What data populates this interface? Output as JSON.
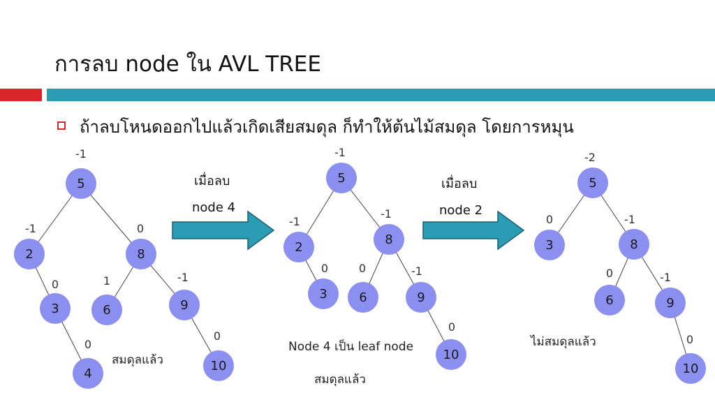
{
  "slide": {
    "title": "การลบ node ใน AVL TREE",
    "bullet": "ถ้าลบโหนดออกไปแล้วเกิดเสียสมดุล ก็ทำให้ต้นไม้สมดุล โดยการหมุน",
    "accent_red": "#d9262b",
    "accent_blue": "#2a9cb4",
    "node_color": "#8a8ff0"
  },
  "arrows": [
    {
      "line1": "เมื่อลบ",
      "line2": "node 4"
    },
    {
      "line1": "เมื่อลบ",
      "line2": "node 2"
    }
  ],
  "captions": {
    "tree1": "สมดุลแล้ว",
    "tree2_leaf": "Node 4 เป็น leaf node",
    "tree2": "สมดุลแล้ว",
    "tree3": "ไม่สมดุลแล้ว"
  },
  "trees": [
    {
      "nodes": [
        {
          "id": "n5",
          "label": "5",
          "balance": "-1"
        },
        {
          "id": "n2",
          "label": "2",
          "balance": "-1"
        },
        {
          "id": "n8",
          "label": "8",
          "balance": "0"
        },
        {
          "id": "n3",
          "label": "3",
          "balance": "0"
        },
        {
          "id": "n6",
          "label": "6",
          "balance": "1"
        },
        {
          "id": "n9",
          "label": "9",
          "balance": "-1"
        },
        {
          "id": "n4",
          "label": "4",
          "balance": "0"
        },
        {
          "id": "n10",
          "label": "10",
          "balance": "0"
        }
      ],
      "edges": [
        [
          "n5",
          "n2"
        ],
        [
          "n5",
          "n8"
        ],
        [
          "n2",
          "n3"
        ],
        [
          "n3",
          "n4"
        ],
        [
          "n8",
          "n6"
        ],
        [
          "n8",
          "n9"
        ],
        [
          "n9",
          "n10"
        ]
      ]
    },
    {
      "nodes": [
        {
          "id": "n5",
          "label": "5",
          "balance": "-1"
        },
        {
          "id": "n2",
          "label": "2",
          "balance": "-1"
        },
        {
          "id": "n8",
          "label": "8",
          "balance": "-1"
        },
        {
          "id": "n3",
          "label": "3",
          "balance": "0"
        },
        {
          "id": "n6",
          "label": "6",
          "balance": "0"
        },
        {
          "id": "n9",
          "label": "9",
          "balance": "-1"
        },
        {
          "id": "n10",
          "label": "10",
          "balance": "0"
        }
      ],
      "edges": [
        [
          "n5",
          "n2"
        ],
        [
          "n5",
          "n8"
        ],
        [
          "n2",
          "n3"
        ],
        [
          "n8",
          "n6"
        ],
        [
          "n8",
          "n9"
        ],
        [
          "n9",
          "n10"
        ]
      ]
    },
    {
      "nodes": [
        {
          "id": "n5",
          "label": "5",
          "balance": "-2"
        },
        {
          "id": "n3",
          "label": "3",
          "balance": "0"
        },
        {
          "id": "n8",
          "label": "8",
          "balance": "-1"
        },
        {
          "id": "n6",
          "label": "6",
          "balance": "0"
        },
        {
          "id": "n9",
          "label": "9",
          "balance": "-1"
        },
        {
          "id": "n10",
          "label": "10",
          "balance": "0"
        }
      ],
      "edges": [
        [
          "n5",
          "n3"
        ],
        [
          "n5",
          "n8"
        ],
        [
          "n8",
          "n6"
        ],
        [
          "n8",
          "n9"
        ],
        [
          "n9",
          "n10"
        ]
      ]
    }
  ]
}
